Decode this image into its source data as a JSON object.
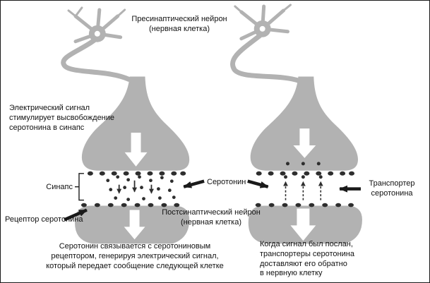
{
  "figure": {
    "title": "Serotonin synapse diagram",
    "labels": {
      "presynaptic_neuron": "Пресинаптический нейрон\n(нервная клетка)",
      "electrical_signal": "Электрический сигнал\nстимулирует высвобождение\nсеротонина в синапс",
      "synapse": "Синапс",
      "serotonin": "Серотонин",
      "serotonin_receptor": "Рецептор серотонина",
      "postsynaptic_neuron": "Постсинаптический нейрон\n(нервная клетка)",
      "serotonin_transporter": "Транспортер\nсеротонина",
      "caption_left": "Серотонин связывается с серотониновым\nрецептором, генерируя электрический сигнал,\nкоторый передает сообщение следующей клетке",
      "caption_right": "Когда сигнал был послан,\nтранспортеры серотонина\nдоставляют его обратно\nв нервную клетку"
    },
    "colors": {
      "cell_gray": "#b2b2b2",
      "serotonin_dot": "#2e2e2e",
      "text": "#111111",
      "background": "#ffffff",
      "border": "#1a1a1a"
    }
  }
}
